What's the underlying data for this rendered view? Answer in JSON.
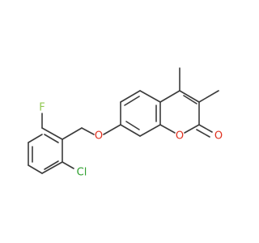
{
  "atoms": {
    "fluorine": {
      "label": "F",
      "color": "#90c850"
    },
    "chlorine": {
      "label": "Cl",
      "color": "#2fa02f"
    },
    "ether_oxygen": {
      "label": "O",
      "color": "#e0301e"
    },
    "ring_oxygen": {
      "label": "O",
      "color": "#e0301e"
    },
    "carbonyl_oxygen": {
      "label": "O",
      "color": "#e0301e"
    }
  },
  "colors": {
    "bond": "#3b3b3b",
    "background": "#ffffff"
  }
}
